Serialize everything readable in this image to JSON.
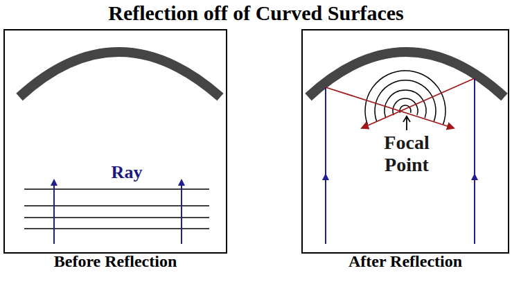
{
  "diagram": {
    "title": "Reflection off of Curved Surfaces",
    "nodes": [
      {
        "text": [
          "Before Reflection"
        ]
      },
      {
        "text": [
          "After Reflection"
        ]
      }
    ],
    "labels": [
      "Ray",
      "Focal Point"
    ]
  }
}
